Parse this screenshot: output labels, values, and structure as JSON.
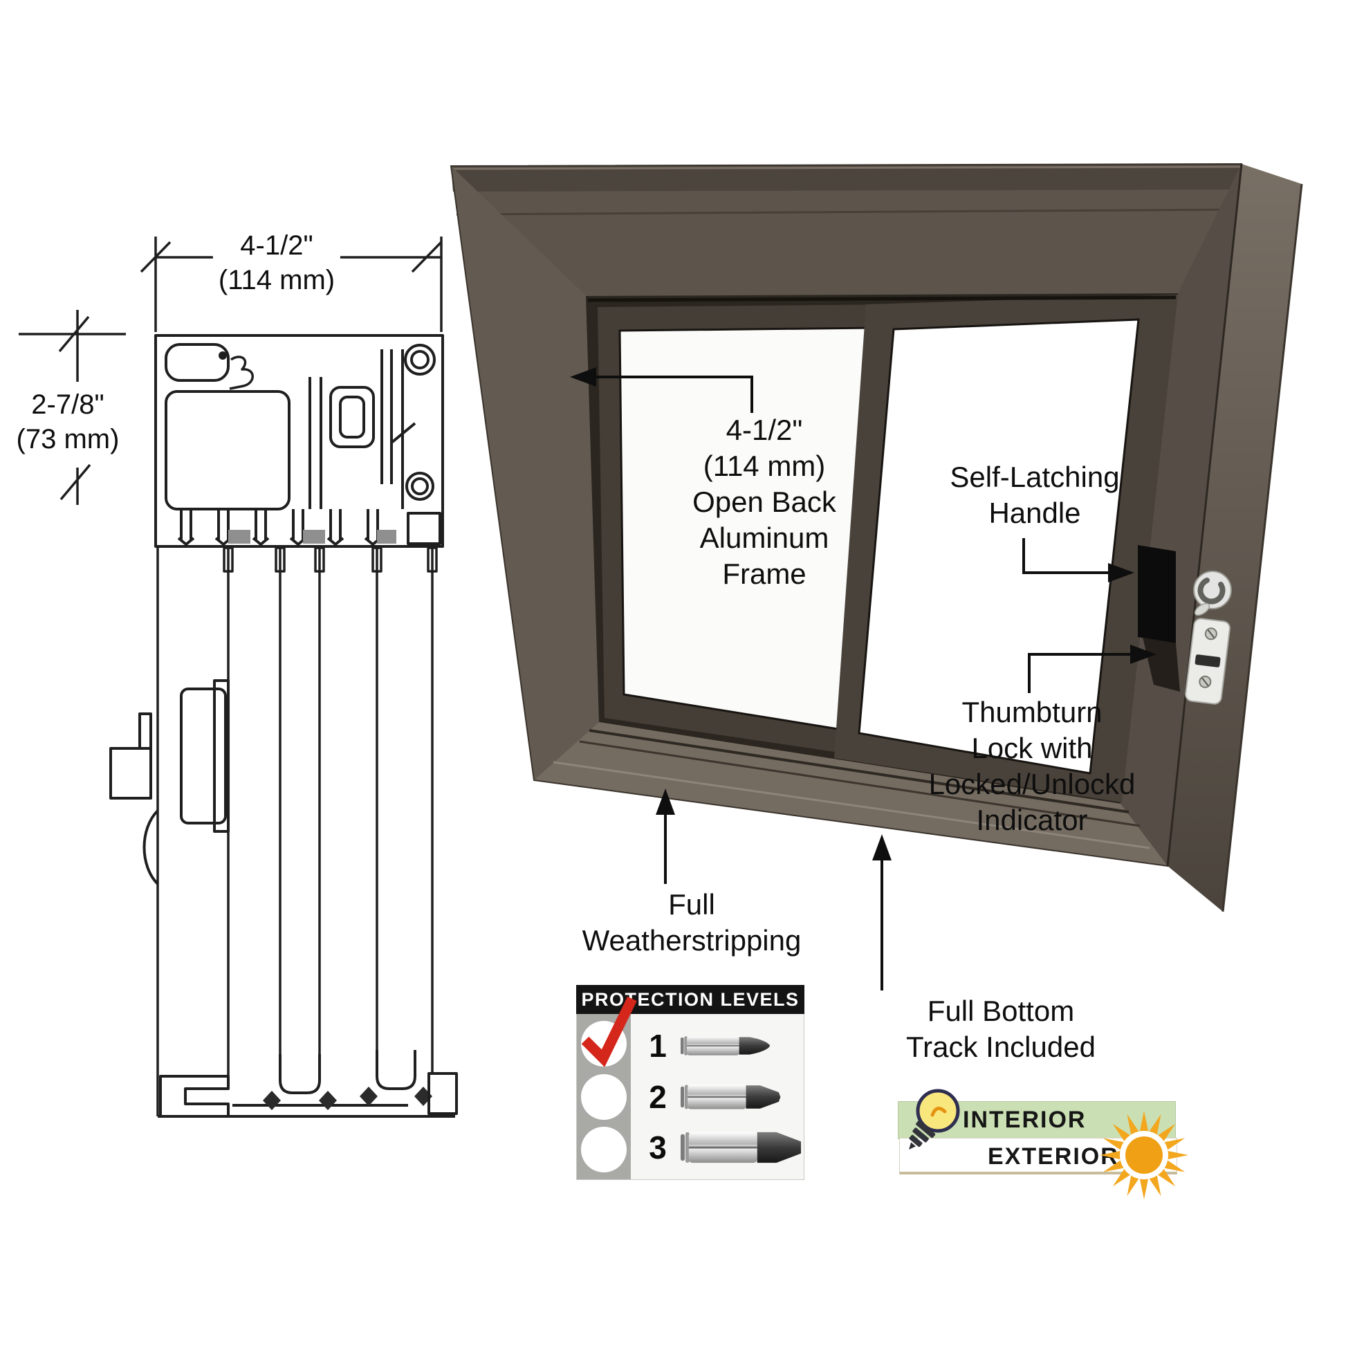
{
  "section_drawing": {
    "width_dim": "4-1/2\"\n(114 mm)",
    "height_dim": "2-7/8\"\n(73 mm)"
  },
  "window_render": {
    "annotations": {
      "open_back_frame": "4-1/2\"\n(114 mm)\nOpen Back\nAluminum\nFrame",
      "self_latching_handle": "Self-Latching\nHandle",
      "thumbturn_lock": "Thumbturn\nLock with\nLocked/Unlockd\nIndicator",
      "full_weatherstripping": "Full\nWeatherstripping",
      "full_bottom_track": "Full Bottom\nTrack Included"
    },
    "frame_color": "#5d554c",
    "frame_side_color": "#6c645a",
    "sill_color": "#756c61",
    "reveal_color": "#2b2620",
    "panel_frame_color": "#453e36",
    "glass_color": "#ffffff",
    "handle_color": "#0c0c0c",
    "hardware_color": "#ebebe8"
  },
  "protection_panel": {
    "title": "PROTECTION LEVELS",
    "levels": [
      {
        "number": "1",
        "checked": true
      },
      {
        "number": "2",
        "checked": false
      },
      {
        "number": "3",
        "checked": false
      }
    ],
    "check_color": "#d5261b"
  },
  "orientation_badge": {
    "interior_label": "INTERIOR",
    "exterior_label": "EXTERIOR",
    "interior_bg": "#cadfb3",
    "exterior_bg": "#ffffff",
    "sun_color": "#f3a71e",
    "bulb_color": "#f8e77d"
  }
}
